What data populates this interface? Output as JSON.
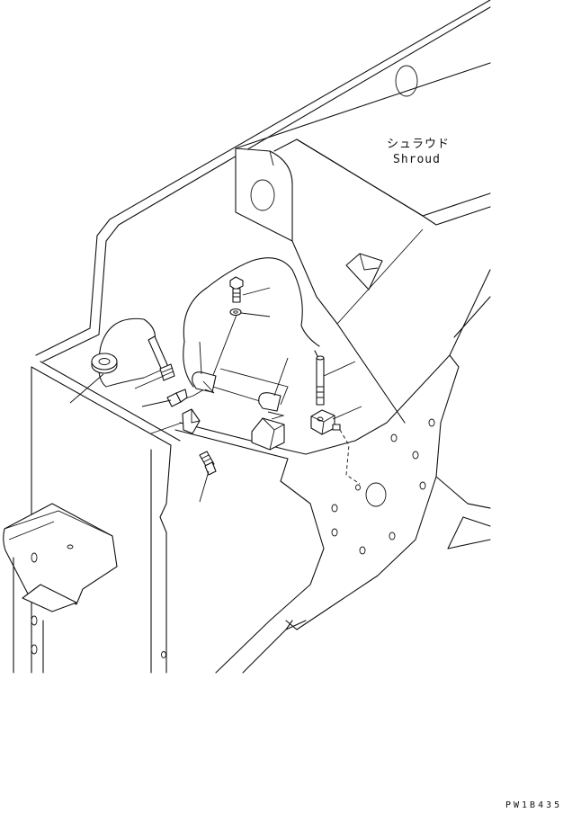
{
  "labels": {
    "shroud_jp": "シュラウド",
    "shroud_en": "Shroud"
  },
  "drawing_code": "PW1B435"
}
